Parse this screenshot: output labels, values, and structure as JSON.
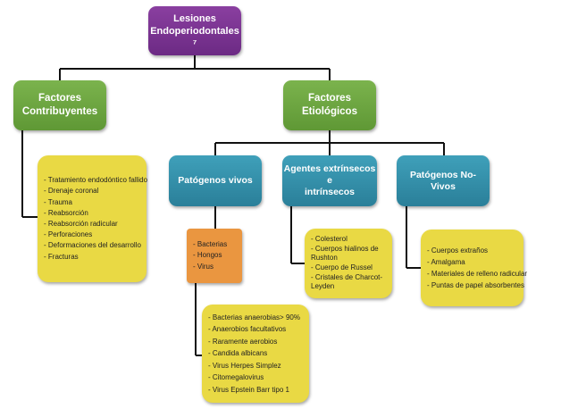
{
  "root": {
    "label_line1": "Lesiones",
    "label_line2": "Endoperiodontales ⁷"
  },
  "factores_contribuyentes": {
    "label_line1": "Factores",
    "label_line2": "Contribuyentes",
    "items": [
      "- Tratamiento endodóntico fallido",
      "- Drenaje coronal",
      "- Trauma",
      "- Reabsorción",
      "- Reabsorción radicular",
      "- Perforaciones",
      "- Deformaciones del desarrollo",
      "- Fracturas"
    ]
  },
  "factores_etiologicos": {
    "label": "Factores Etiológicos"
  },
  "patogenos_vivos": {
    "label": "Patógenos vivos",
    "items": [
      "- Bacterias",
      "- Hongos",
      "- Virus"
    ],
    "subitems": [
      "- Bacterias anaerobias> 90%",
      "- Anaerobios facultativos",
      "- Raramente aerobios",
      "- Candida albicans",
      "- Virus Herpes Simplez",
      "- Citomegalovirus",
      "- Virus Epstein Barr tipo 1"
    ]
  },
  "agentes": {
    "label_line1": "Agentes extrínsecos e",
    "label_line2": "intrínsecos",
    "items": [
      "- Colesterol",
      "- Cuerpos hialinos de Rushton",
      "- Cuerpo de Russel",
      "- Cristales de Charcot-Leyden"
    ]
  },
  "patogenos_no_vivos": {
    "label": "Patógenos No- Vivos",
    "items": [
      "- Cuerpos extraños",
      "- Amalgama",
      "- Materiales de relleno radicular",
      "- Puntas de papel absorbentes"
    ]
  }
}
